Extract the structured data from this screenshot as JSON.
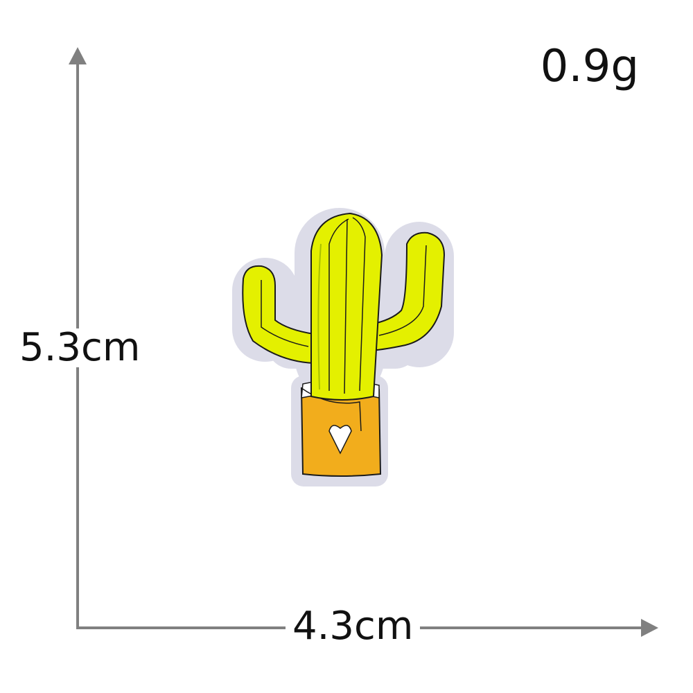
{
  "labels": {
    "weight": "0.9g",
    "height": "5.3cm",
    "width": "4.3cm"
  },
  "colors": {
    "arrow": "#808080",
    "text": "#111111",
    "cactus_green": "#e4f000",
    "cactus_dark": "#a9c000",
    "pot": "#f2ad1c",
    "felt_border": "#dcdce8",
    "stitch": "#1a1a1a"
  },
  "patch": {
    "subject": "cactus-in-pot-embroidered-patch"
  }
}
